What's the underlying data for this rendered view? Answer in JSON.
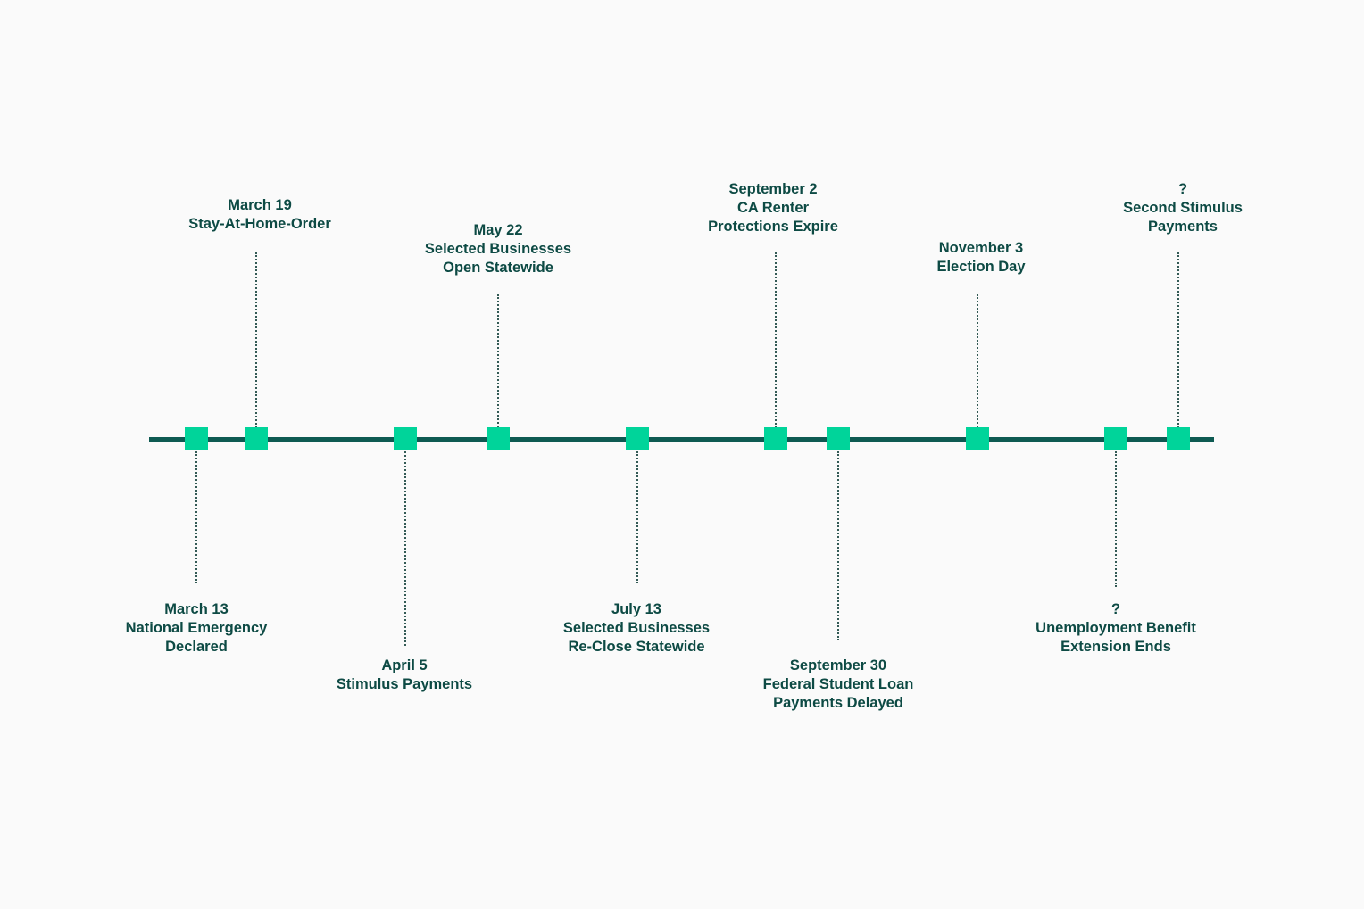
{
  "events": [
    {
      "lines": [
        "March 13",
        "National Emergency",
        "Declared"
      ]
    },
    {
      "lines": [
        "March 19",
        "Stay-At-Home-Order"
      ]
    },
    {
      "lines": [
        "April 5",
        "Stimulus Payments"
      ]
    },
    {
      "lines": [
        "May 22",
        "Selected Businesses",
        "Open Statewide"
      ]
    },
    {
      "lines": [
        "July 13",
        "Selected Businesses",
        "Re-Close Statewide"
      ]
    },
    {
      "lines": [
        "September 2",
        "CA Renter",
        "Protections Expire"
      ]
    },
    {
      "lines": [
        "September 30",
        "Federal Student Loan",
        "Payments Delayed"
      ]
    },
    {
      "lines": [
        "November 3",
        "Election Day"
      ]
    },
    {
      "lines": [
        "?",
        "Unemployment Benefit",
        "Extension Ends"
      ]
    },
    {
      "lines": [
        "?",
        "Second Stimulus",
        "Payments"
      ]
    }
  ],
  "colors": {
    "axis": "#0e5a52",
    "marker": "#00d49a",
    "text": "#0d4a44",
    "background": "#fafafa"
  }
}
